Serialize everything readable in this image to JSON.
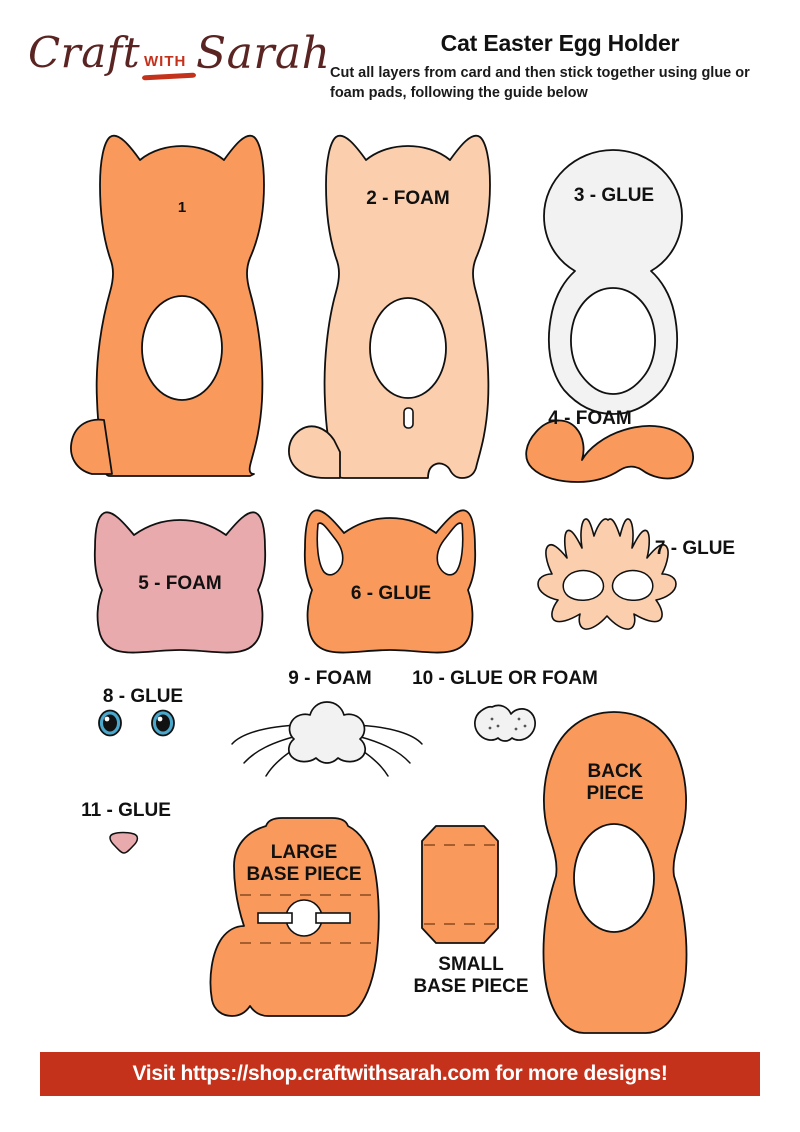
{
  "brand": {
    "craft": "Craft",
    "with": "WITH",
    "sarah": "Sarah",
    "logo_color": "#5a2422",
    "accent_color": "#c4321c"
  },
  "header": {
    "title": "Cat Easter Egg Holder",
    "subtitle": "Cut all layers from card and then stick together using glue or foam pads, following the guide below"
  },
  "palette": {
    "orange": "#f99a5c",
    "peach": "#fbcfad",
    "pink": "#e9aaae",
    "white": "#f2f2f2",
    "nose_pink": "#e9aaae",
    "eye_blue": "#4aa8cc",
    "outline": "#111111",
    "banner_red": "#c4321c"
  },
  "pieces": [
    {
      "id": "piece-1",
      "label": "1",
      "material": "card",
      "color": "#f99a5c",
      "shape": "cat-body-with-egg-hole"
    },
    {
      "id": "piece-2",
      "label": "2 - FOAM",
      "material": "foam",
      "color": "#fbcfad",
      "shape": "cat-body-with-tail"
    },
    {
      "id": "piece-3",
      "label": "3 - GLUE",
      "material": "glue",
      "color": "#f2f2f2",
      "shape": "head-and-egg-ring"
    },
    {
      "id": "piece-4",
      "label": "4 - FOAM",
      "material": "foam",
      "color": "#f99a5c",
      "shape": "curved-tail"
    },
    {
      "id": "piece-5",
      "label": "5 - FOAM",
      "material": "foam",
      "color": "#e9aaae",
      "shape": "cat-head"
    },
    {
      "id": "piece-6",
      "label": "6 - GLUE",
      "material": "glue",
      "color": "#f99a5c",
      "shape": "cat-head-with-inner-ears"
    },
    {
      "id": "piece-7",
      "label": "7 - GLUE",
      "material": "glue",
      "color": "#fbcfad",
      "shape": "face-fur-detail"
    },
    {
      "id": "piece-8",
      "label": "8 - GLUE",
      "material": "glue",
      "color": "#4aa8cc",
      "shape": "pair-of-eyes"
    },
    {
      "id": "piece-9",
      "label": "9 - FOAM",
      "material": "foam",
      "color": "#f2f2f2",
      "shape": "muzzle-with-whiskers"
    },
    {
      "id": "piece-10",
      "label": "10 - GLUE OR FOAM",
      "material": "glue-or-foam",
      "color": "#f2f2f2",
      "shape": "muzzle-small"
    },
    {
      "id": "piece-11",
      "label": "11 - GLUE",
      "material": "glue",
      "color": "#e9aaae",
      "shape": "nose"
    },
    {
      "id": "piece-large-base",
      "label": "LARGE\nBASE PIECE",
      "material": "card",
      "color": "#f99a5c",
      "shape": "large-base"
    },
    {
      "id": "piece-small-base",
      "label": "SMALL\nBASE PIECE",
      "material": "card",
      "color": "#f99a5c",
      "shape": "small-base"
    },
    {
      "id": "piece-back",
      "label": "BACK\nPIECE",
      "material": "card",
      "color": "#f99a5c",
      "shape": "back-piece"
    }
  ],
  "footer": {
    "text": "Visit https://shop.craftwithsarah.com for more designs!"
  }
}
